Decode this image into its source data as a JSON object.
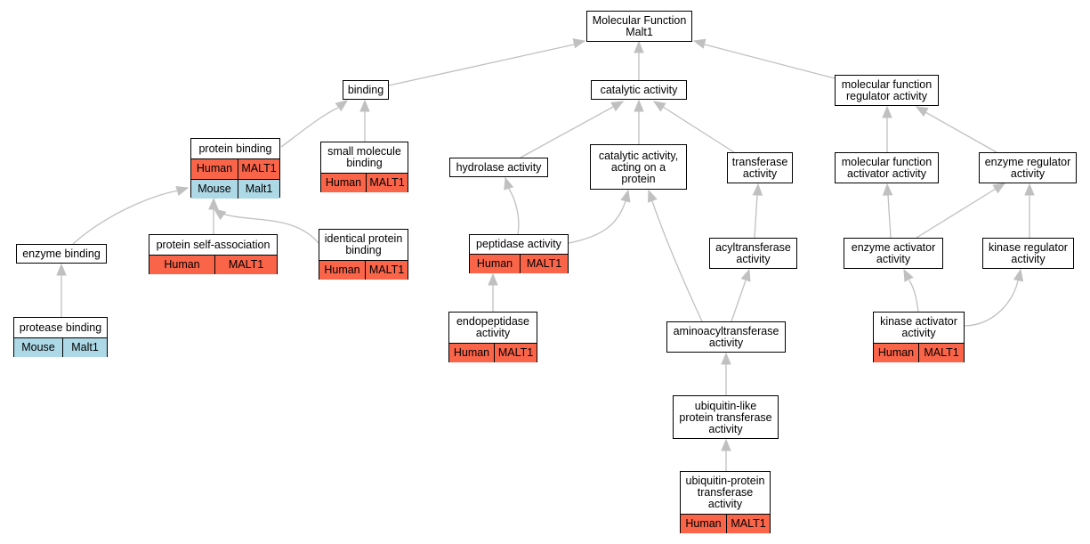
{
  "palette": {
    "edge": "#c0c0c0",
    "human": "#fa6449",
    "mouse": "#add8e6"
  },
  "nodes": {
    "molecular_function": {
      "label": "Molecular Function\nMalt1"
    },
    "binding": {
      "label": "binding"
    },
    "catalytic_activity": {
      "label": "catalytic activity"
    },
    "mf_regulator": {
      "label": "molecular function\nregulator activity"
    },
    "protein_binding": {
      "label": "protein binding",
      "rows": [
        [
          "Human",
          "MALT1"
        ],
        [
          "Mouse",
          "Malt1"
        ]
      ]
    },
    "small_molecule_binding": {
      "label": "small molecule\nbinding",
      "rows": [
        [
          "Human",
          "MALT1"
        ]
      ]
    },
    "hydrolase": {
      "label": "hydrolase activity"
    },
    "catalytic_on_protein": {
      "label": "catalytic activity,\nacting on a\nprotein"
    },
    "transferase": {
      "label": "transferase\nactivity"
    },
    "mf_activator": {
      "label": "molecular function\nactivator activity"
    },
    "enzyme_regulator": {
      "label": "enzyme regulator\nactivity"
    },
    "enzyme_binding": {
      "label": "enzyme binding"
    },
    "protein_self_assoc": {
      "label": "protein self-association",
      "rows": [
        [
          "Human",
          "MALT1"
        ]
      ]
    },
    "identical_protein_binding": {
      "label": "identical protein\nbinding",
      "rows": [
        [
          "Human",
          "MALT1"
        ]
      ]
    },
    "peptidase": {
      "label": "peptidase activity",
      "rows": [
        [
          "Human",
          "MALT1"
        ]
      ]
    },
    "acyltransferase": {
      "label": "acyltransferase\nactivity"
    },
    "enzyme_activator": {
      "label": "enzyme activator\nactivity"
    },
    "kinase_regulator": {
      "label": "kinase regulator\nactivity"
    },
    "protease_binding": {
      "label": "protease binding",
      "rows": [
        [
          "Mouse",
          "Malt1"
        ]
      ]
    },
    "endopeptidase": {
      "label": "endopeptidase\nactivity",
      "rows": [
        [
          "Human",
          "MALT1"
        ]
      ]
    },
    "aminoacyltransferase": {
      "label": "aminoacyltransferase\nactivity"
    },
    "kinase_activator": {
      "label": "kinase activator\nactivity",
      "rows": [
        [
          "Human",
          "MALT1"
        ]
      ]
    },
    "ubl_transferase": {
      "label": "ubiquitin-like\nprotein transferase\nactivity"
    },
    "ubiquitin_protein_transferase": {
      "label": "ubiquitin-protein\ntransferase\nactivity",
      "rows": [
        [
          "Human",
          "MALT1"
        ]
      ]
    }
  }
}
